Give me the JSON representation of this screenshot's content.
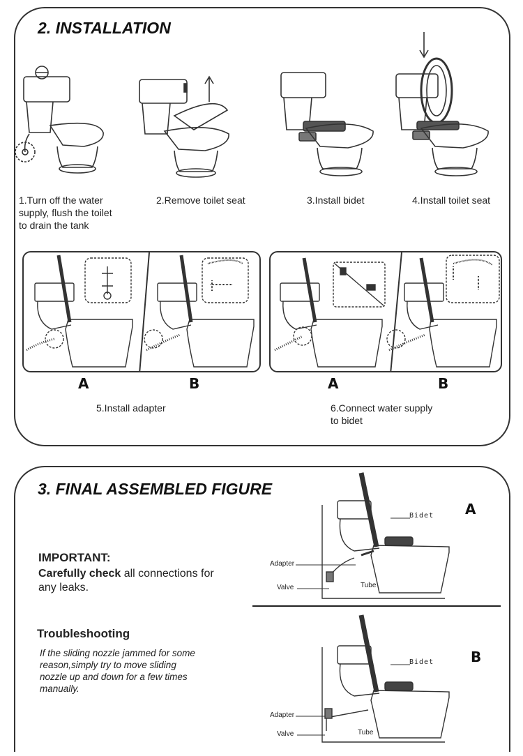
{
  "installation": {
    "title": "2. INSTALLATION",
    "steps": [
      {
        "caption": "1.Turn off the water\nsupply, flush the toilet\n to drain the tank",
        "illustration": "toilet-shutoff-valve"
      },
      {
        "caption": "2.Remove  toilet seat",
        "illustration": "toilet-seat-removal"
      },
      {
        "caption": "3.Install bidet",
        "illustration": "bidet-install"
      },
      {
        "caption": "4.Install toilet seat",
        "illustration": "toilet-seat-install"
      }
    ],
    "adapter": {
      "caption": "5.Install adapter",
      "labels": [
        "A",
        "B"
      ]
    },
    "connect": {
      "caption": "6.Connect water supply\n  to bidet",
      "labels": [
        "A",
        "B"
      ]
    }
  },
  "final": {
    "title": "3. FINAL ASSEMBLED FIGURE",
    "important_title": "IMPORTANT:",
    "important_bold": "Carefully check",
    "important_rest": " all connections for any leaks.",
    "troubleshooting_title": "Troubleshooting",
    "troubleshooting_text": "If the sliding nozzle jammed for some reason,simply try to move sliding nozzle up and down for a few times manually.",
    "figures": [
      {
        "label": "A",
        "callouts": {
          "bidet": "Bidet",
          "adapter": "Adapter",
          "valve": "Valve",
          "tube": "Tube"
        }
      },
      {
        "label": "B",
        "callouts": {
          "bidet": "Bidet",
          "adapter": "Adapter",
          "valve": "Valve",
          "tube": "Tube"
        }
      }
    ]
  },
  "colors": {
    "line": "#333333",
    "text": "#222222",
    "background": "#ffffff"
  }
}
